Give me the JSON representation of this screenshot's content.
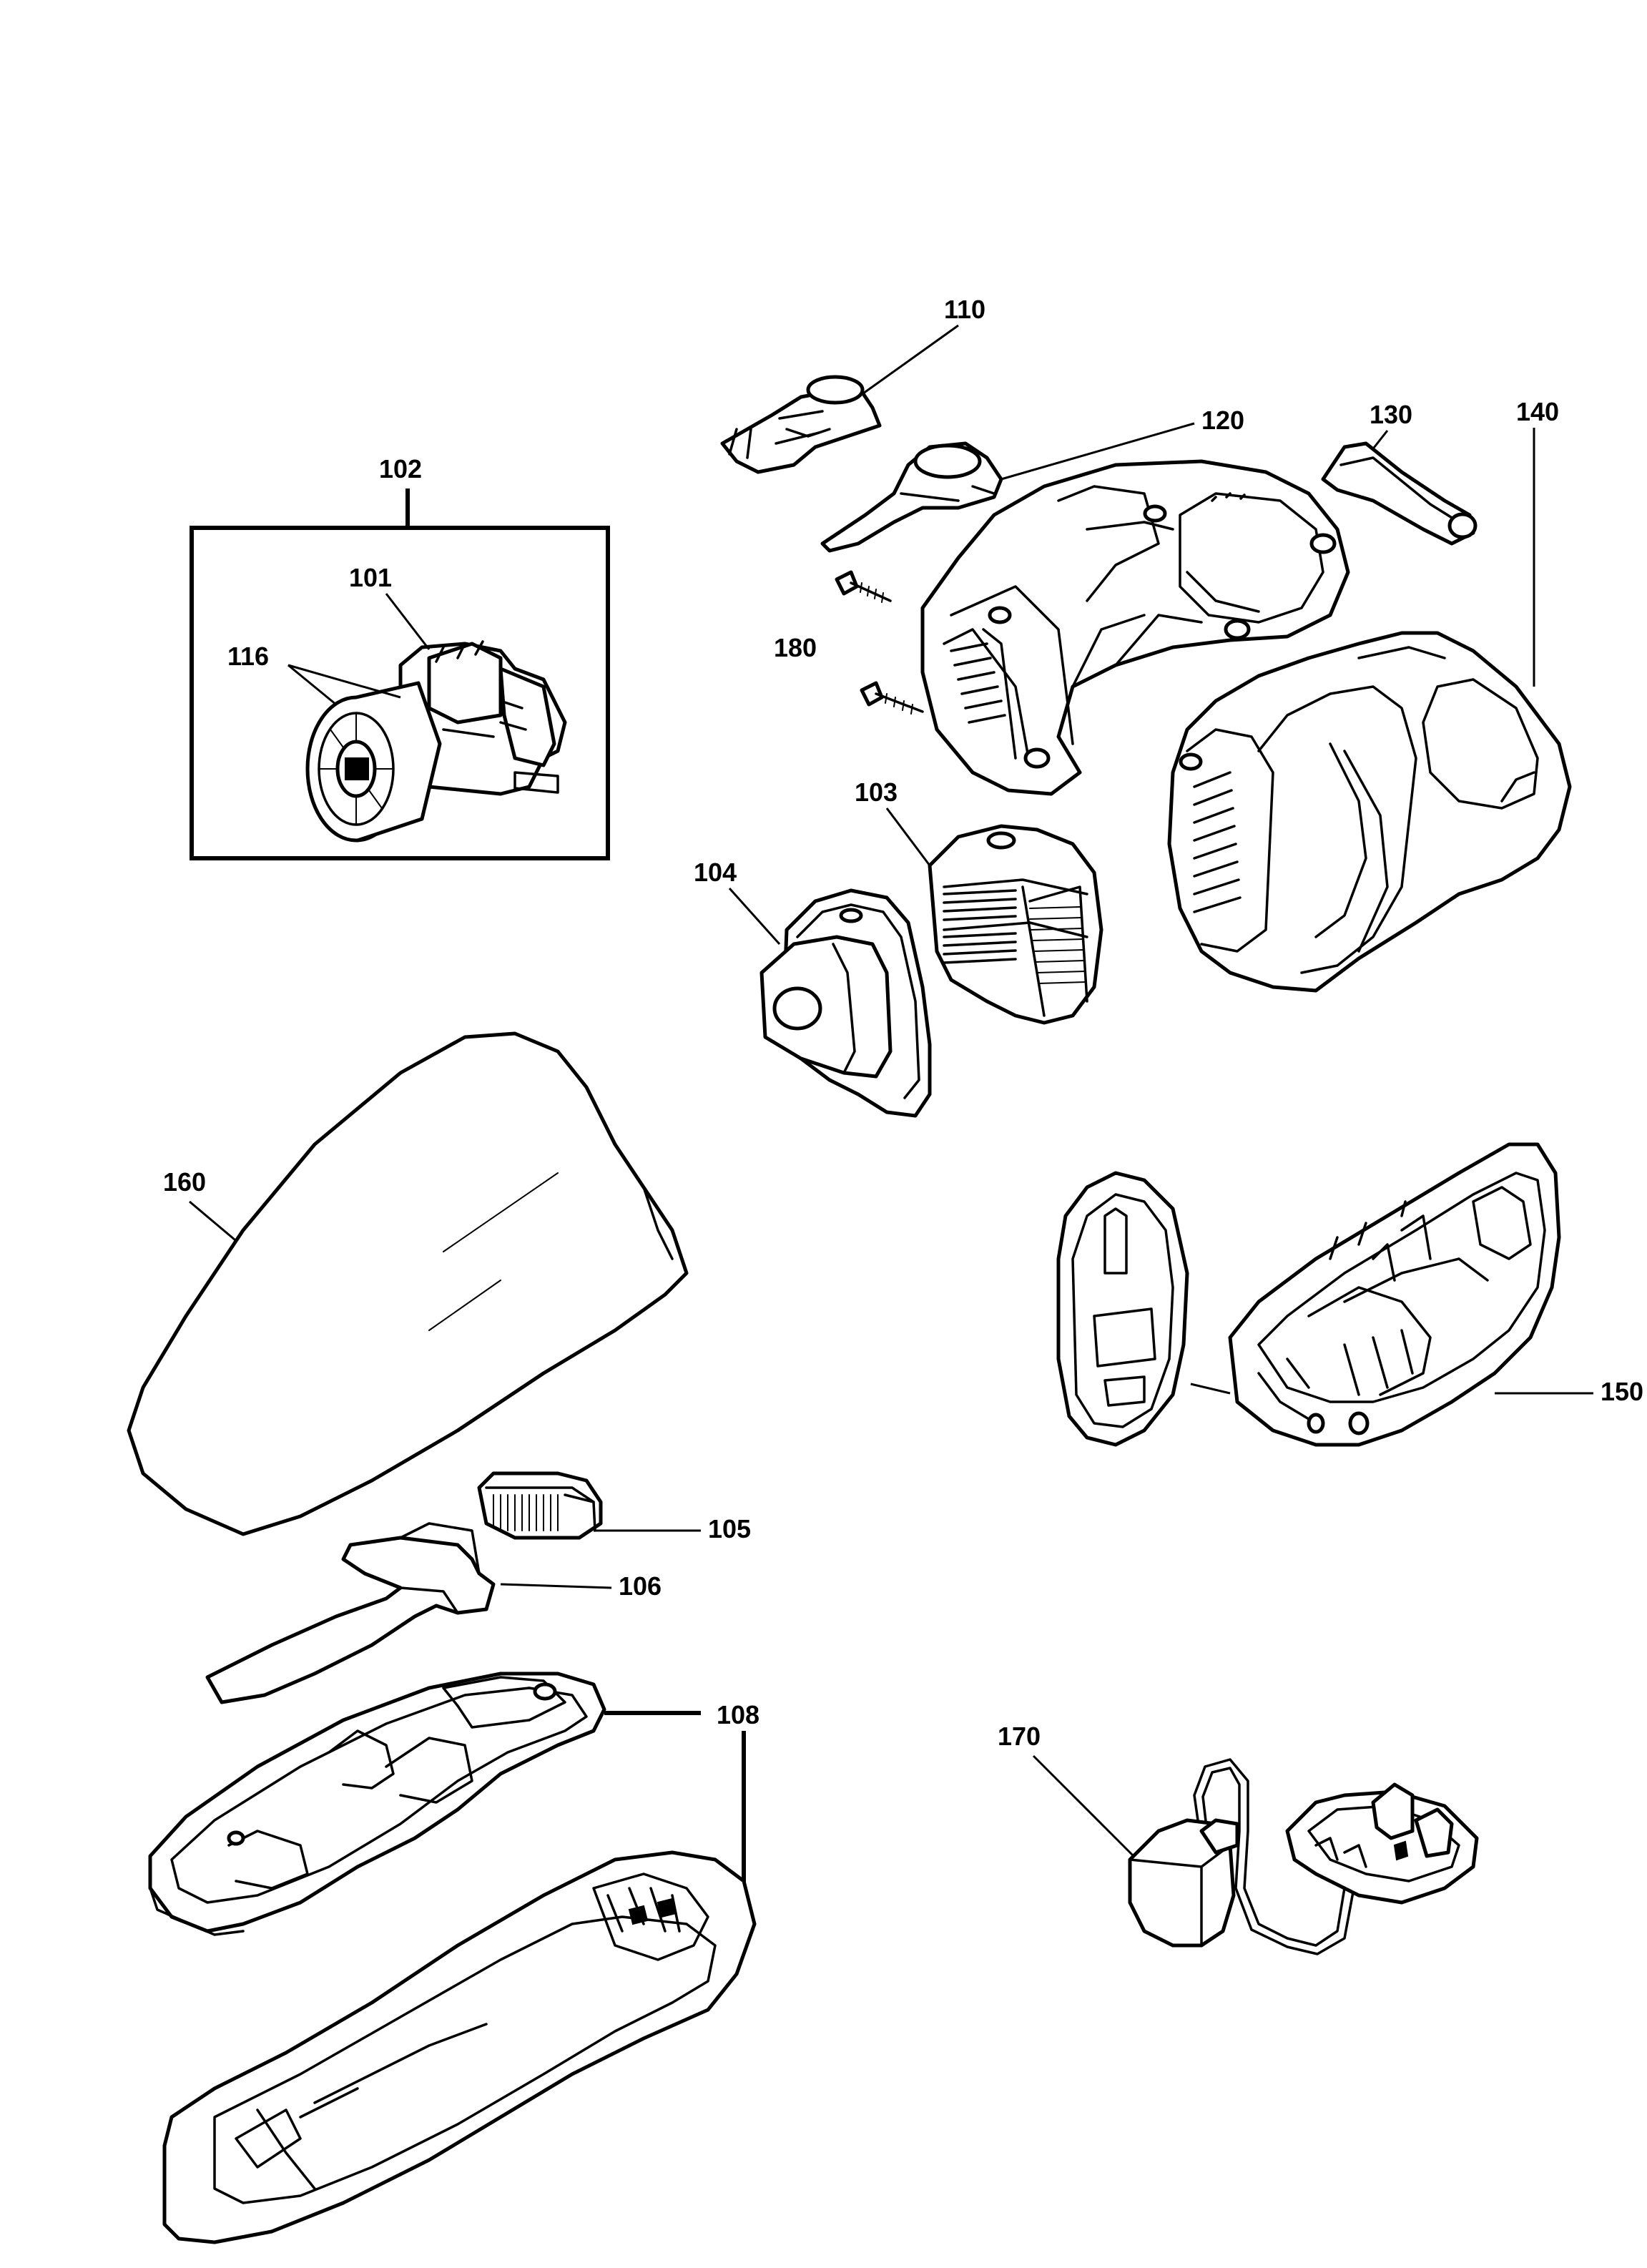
{
  "diagram": {
    "callouts": {
      "c101": "101",
      "c102": "102",
      "c103": "103",
      "c104": "104",
      "c105": "105",
      "c106": "106",
      "c108": "108",
      "c110": "110",
      "c116": "116",
      "c120": "120",
      "c130": "130",
      "c140": "140",
      "c150": "150",
      "c160": "160",
      "c170": "170",
      "c180": "180"
    },
    "parts": [
      {
        "callout": "101",
        "icon": "motor-assembly-icon"
      },
      {
        "callout": "102",
        "icon": "motor-kit-box-icon"
      },
      {
        "callout": "103",
        "icon": "pleated-filter-icon"
      },
      {
        "callout": "104",
        "icon": "filter-frame-icon"
      },
      {
        "callout": "105",
        "icon": "brush-tool-icon"
      },
      {
        "callout": "106",
        "icon": "crevice-tool-icon"
      },
      {
        "callout": "108",
        "icon": "charging-base-icon"
      },
      {
        "callout": "110",
        "icon": "switch-button-icon"
      },
      {
        "callout": "116",
        "icon": "fan-impeller-icon"
      },
      {
        "callout": "120",
        "icon": "latch-button-icon"
      },
      {
        "callout": "130",
        "icon": "handle-trim-icon"
      },
      {
        "callout": "140",
        "icon": "housing-cover-icon"
      },
      {
        "callout": "150",
        "icon": "rear-housing-icon"
      },
      {
        "callout": "160",
        "icon": "dust-bowl-icon"
      },
      {
        "callout": "170",
        "icon": "charger-adapter-icon"
      },
      {
        "callout": "180",
        "icon": "screw-icon"
      }
    ]
  }
}
